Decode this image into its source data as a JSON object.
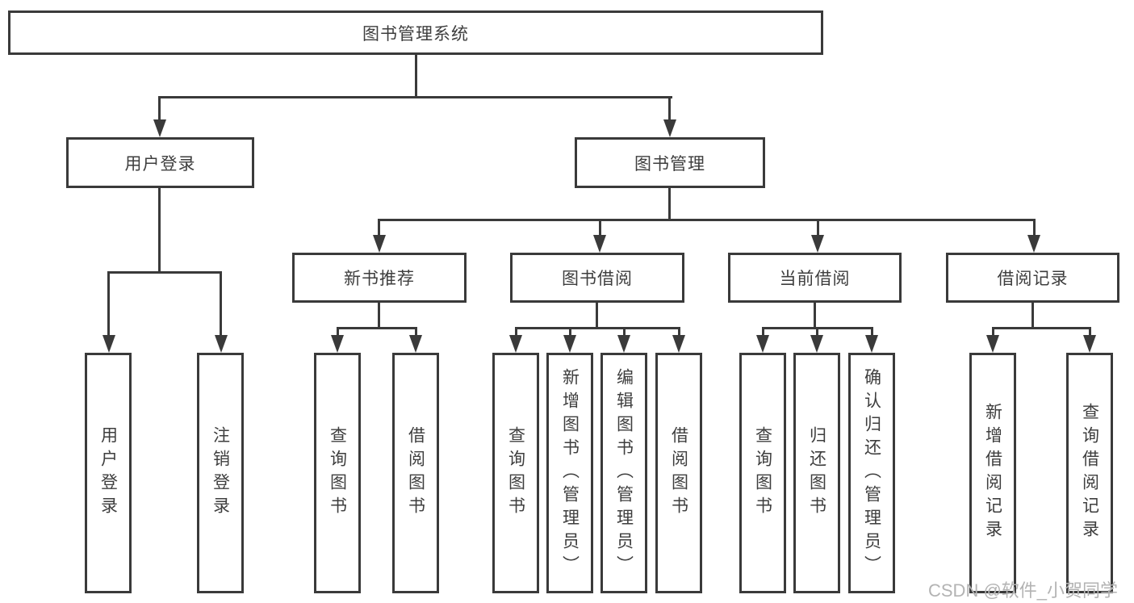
{
  "diagram_title": "图书管理系统",
  "tree": {
    "root": {
      "label": "图书管理系统"
    },
    "level2": [
      {
        "label": "用户登录"
      },
      {
        "label": "图书管理"
      }
    ],
    "level3": [
      {
        "label": "新书推荐",
        "parent": "图书管理"
      },
      {
        "label": "图书借阅",
        "parent": "图书管理"
      },
      {
        "label": "当前借阅",
        "parent": "图书管理"
      },
      {
        "label": "借阅记录",
        "parent": "图书管理"
      }
    ],
    "leaves": [
      {
        "label": "用户登录",
        "parent": "用户登录"
      },
      {
        "label": "注销登录",
        "parent": "用户登录"
      },
      {
        "label": "查询图书",
        "parent": "新书推荐"
      },
      {
        "label": "借阅图书",
        "parent": "新书推荐"
      },
      {
        "label": "查询图书",
        "parent": "图书借阅"
      },
      {
        "label": "新增图书（管理员）",
        "parent": "图书借阅"
      },
      {
        "label": "编辑图书（管理员）",
        "parent": "图书借阅"
      },
      {
        "label": "借阅图书",
        "parent": "图书借阅"
      },
      {
        "label": "查询图书",
        "parent": "当前借阅"
      },
      {
        "label": "归还图书",
        "parent": "当前借阅"
      },
      {
        "label": "确认归还（管理员）",
        "parent": "当前借阅"
      },
      {
        "label": "新增借阅记录",
        "parent": "借阅记录"
      },
      {
        "label": "查询借阅记录",
        "parent": "借阅记录"
      }
    ]
  },
  "watermark": "CSDN @软件_小贺同学",
  "colors": {
    "line": "#3a3a3a",
    "text": "#3e3e3e",
    "watermark": "#b3b3b3",
    "background": "#ffffff"
  }
}
